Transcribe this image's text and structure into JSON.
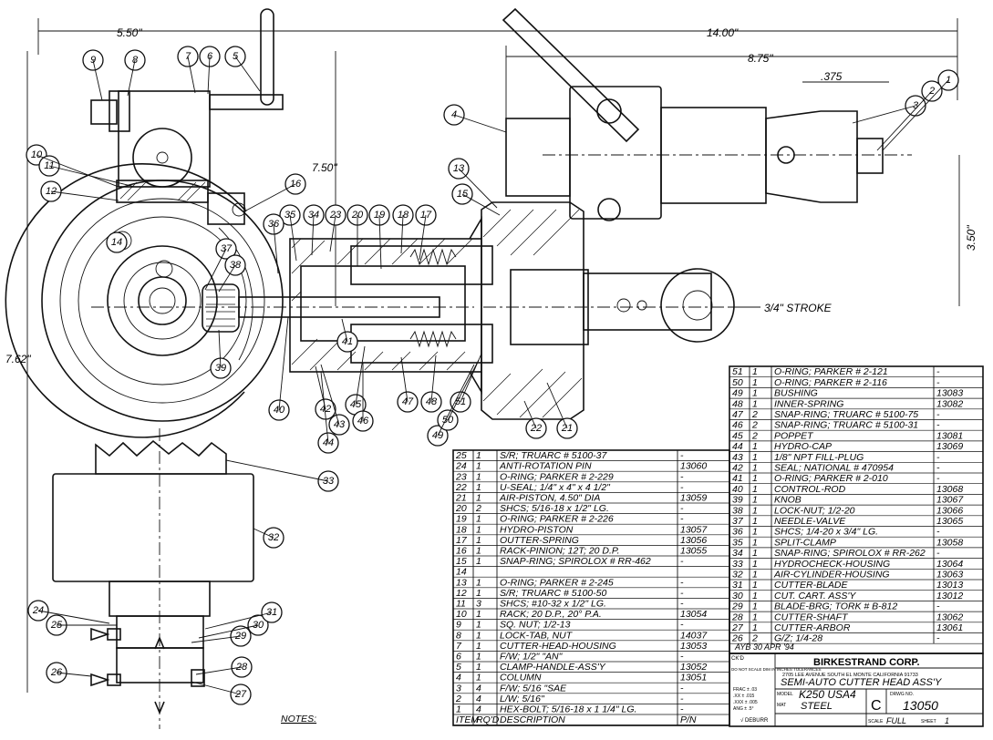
{
  "dimensions": {
    "overall_length": "14.00\"",
    "d_550": "5.50\"",
    "d_875": "8.75\"",
    "d_375": ".375",
    "d_750": "7.50\"",
    "d_762": "7.62\"",
    "d_350": "3.50\"",
    "stroke": "3/4\" STROKE"
  },
  "balloons": [
    "1",
    "2",
    "3",
    "4",
    "5",
    "6",
    "7",
    "8",
    "9",
    "10",
    "11",
    "12",
    "13",
    "14",
    "15",
    "16",
    "17",
    "18",
    "19",
    "20",
    "21",
    "22",
    "23",
    "24",
    "25",
    "26",
    "27",
    "28",
    "29",
    "30",
    "31",
    "32",
    "33",
    "34",
    "35",
    "36",
    "37",
    "38",
    "39",
    "40",
    "41",
    "42",
    "43",
    "44",
    "45",
    "46",
    "47",
    "48",
    "49",
    "50",
    "51"
  ],
  "notes_label": "NOTES:",
  "bom_left": [
    {
      "item": "25",
      "qty": "1",
      "desc": "S/R; TRUARC # 5100-37",
      "pn": "-"
    },
    {
      "item": "24",
      "qty": "1",
      "desc": "ANTI-ROTATION PIN",
      "pn": "13060"
    },
    {
      "item": "23",
      "qty": "1",
      "desc": "O-RING; PARKER # 2-229",
      "pn": "-"
    },
    {
      "item": "22",
      "qty": "1",
      "desc": "U-SEAL; 1/4\" x 4\" x 4 1/2\"",
      "pn": "-"
    },
    {
      "item": "21",
      "qty": "1",
      "desc": "AIR-PISTON, 4.50\" DIA",
      "pn": "13059"
    },
    {
      "item": "20",
      "qty": "2",
      "desc": "SHCS; 5/16-18 x 1/2\" LG.",
      "pn": "-"
    },
    {
      "item": "19",
      "qty": "1",
      "desc": "O-RING; PARKER # 2-226",
      "pn": "-"
    },
    {
      "item": "18",
      "qty": "1",
      "desc": "HYDRO-PISTON",
      "pn": "13057"
    },
    {
      "item": "17",
      "qty": "1",
      "desc": "OUTTER-SPRING",
      "pn": "13056"
    },
    {
      "item": "16",
      "qty": "1",
      "desc": "RACK-PINION; 12T; 20 D.P.",
      "pn": "13055"
    },
    {
      "item": "15",
      "qty": "1",
      "desc": "SNAP-RING; SPIROLOX # RR-462",
      "pn": "-"
    },
    {
      "item": "14",
      "qty": "",
      "desc": "",
      "pn": ""
    },
    {
      "item": "13",
      "qty": "1",
      "desc": "O-RING; PARKER # 2-245",
      "pn": "-"
    },
    {
      "item": "12",
      "qty": "1",
      "desc": "S/R; TRUARC # 5100-50",
      "pn": "-"
    },
    {
      "item": "11",
      "qty": "3",
      "desc": "SHCS; #10-32 x 1/2\" LG.",
      "pn": "-"
    },
    {
      "item": "10",
      "qty": "1",
      "desc": "RACK; 20 D.P., 20° P.A.",
      "pn": "13054"
    },
    {
      "item": "9",
      "qty": "1",
      "desc": "SQ. NUT; 1/2-13",
      "pn": "-"
    },
    {
      "item": "8",
      "qty": "1",
      "desc": "LOCK-TAB, NUT",
      "pn": "14037"
    },
    {
      "item": "7",
      "qty": "1",
      "desc": "CUTTER-HEAD-HOUSING",
      "pn": "13053"
    },
    {
      "item": "6",
      "qty": "1",
      "desc": "F/W; 1/2\" \"AN\"",
      "pn": "-"
    },
    {
      "item": "5",
      "qty": "1",
      "desc": "CLAMP-HANDLE-ASS'Y",
      "pn": "13052"
    },
    {
      "item": "4",
      "qty": "1",
      "desc": "COLUMN",
      "pn": "13051"
    },
    {
      "item": "3",
      "qty": "4",
      "desc": "F/W; 5/16 \"SAE",
      "pn": "-"
    },
    {
      "item": "2",
      "qty": "4",
      "desc": "L/W; 5/16\"",
      "pn": "-"
    },
    {
      "item": "1",
      "qty": "4",
      "desc": "HEX-BOLT; 5/16-18 x 1 1/4\" LG.",
      "pn": "-"
    }
  ],
  "bom_left_header": {
    "item": "ITEM",
    "qty": "RQ'D",
    "desc": "DESCRIPTION",
    "pn": "P/N"
  },
  "bom_right": [
    {
      "item": "51",
      "qty": "1",
      "desc": "O-RING; PARKER # 2-121",
      "pn": "-"
    },
    {
      "item": "50",
      "qty": "1",
      "desc": "O-RING; PARKER # 2-116",
      "pn": "-"
    },
    {
      "item": "49",
      "qty": "1",
      "desc": "BUSHING",
      "pn": "13083"
    },
    {
      "item": "48",
      "qty": "1",
      "desc": "INNER-SPRING",
      "pn": "13082"
    },
    {
      "item": "47",
      "qty": "2",
      "desc": "SNAP-RING; TRUARC # 5100-75",
      "pn": "-"
    },
    {
      "item": "46",
      "qty": "2",
      "desc": "SNAP-RING; TRUARC # 5100-31",
      "pn": "-"
    },
    {
      "item": "45",
      "qty": "2",
      "desc": "POPPET",
      "pn": "13081"
    },
    {
      "item": "44",
      "qty": "1",
      "desc": "HYDRO-CAP",
      "pn": "13069"
    },
    {
      "item": "43",
      "qty": "1",
      "desc": "1/8\" NPT FILL-PLUG",
      "pn": "-"
    },
    {
      "item": "42",
      "qty": "1",
      "desc": "SEAL; NATIONAL # 470954",
      "pn": "-"
    },
    {
      "item": "41",
      "qty": "1",
      "desc": "O-RING; PARKER # 2-010",
      "pn": "-"
    },
    {
      "item": "40",
      "qty": "1",
      "desc": "CONTROL-ROD",
      "pn": "13068"
    },
    {
      "item": "39",
      "qty": "1",
      "desc": "KNOB",
      "pn": "13067"
    },
    {
      "item": "38",
      "qty": "1",
      "desc": "LOCK-NUT; 1/2-20",
      "pn": "13066"
    },
    {
      "item": "37",
      "qty": "1",
      "desc": "NEEDLE-VALVE",
      "pn": "13065"
    },
    {
      "item": "36",
      "qty": "1",
      "desc": "SHCS; 1/4-20 x 3/4\" LG.",
      "pn": "-"
    },
    {
      "item": "35",
      "qty": "1",
      "desc": "SPLIT-CLAMP",
      "pn": "13058"
    },
    {
      "item": "34",
      "qty": "1",
      "desc": "SNAP-RING; SPIROLOX # RR-262",
      "pn": "-"
    },
    {
      "item": "33",
      "qty": "1",
      "desc": "HYDROCHECK-HOUSING",
      "pn": "13064"
    },
    {
      "item": "32",
      "qty": "1",
      "desc": "AIR-CYLINDER-HOUSING",
      "pn": "13063"
    },
    {
      "item": "31",
      "qty": "1",
      "desc": "CUTTER-BLADE",
      "pn": "13013"
    },
    {
      "item": "30",
      "qty": "1",
      "desc": "CUT. CART. ASS'Y",
      "pn": "13012"
    },
    {
      "item": "29",
      "qty": "1",
      "desc": "BLADE-BRG; TORK # B-812",
      "pn": "-"
    },
    {
      "item": "28",
      "qty": "1",
      "desc": "CUTTER-SHAFT",
      "pn": "13062"
    },
    {
      "item": "27",
      "qty": "1",
      "desc": "CUTTER-ARBOR",
      "pn": "13061"
    },
    {
      "item": "26",
      "qty": "2",
      "desc": "G/Z; 1/4-28",
      "pn": "-"
    }
  ],
  "title_block": {
    "company": "BIRKESTRAND CORP.",
    "address": "2705 LEE AVENUE   SOUTH EL MONTE   CALIFORNIA 91733",
    "title": "SEMI-AUTO CUTTER HEAD ASS'Y",
    "model_label": "MODEL",
    "model": "K250 USA4",
    "mat_label": "MAT",
    "material": "STEEL",
    "size": "C",
    "dwg_label": "DRWG NO.",
    "dwg_no": "13050",
    "scale_label": "SCALE",
    "scale": "FULL",
    "sheet_label": "SHEET",
    "sheet": "1",
    "drawn": "AYB 30 APR '94",
    "tolerance_note": "DO NOT SCALE DIM IN INCHES TOLERANCES",
    "frac": "FRAC ± .03",
    "xx": ".XX ± .015",
    "xxx": ".XXX ± .005",
    "ang": "ANG ± .5°",
    "deburr": "√ DEBURR",
    "chk": "CK'D"
  }
}
